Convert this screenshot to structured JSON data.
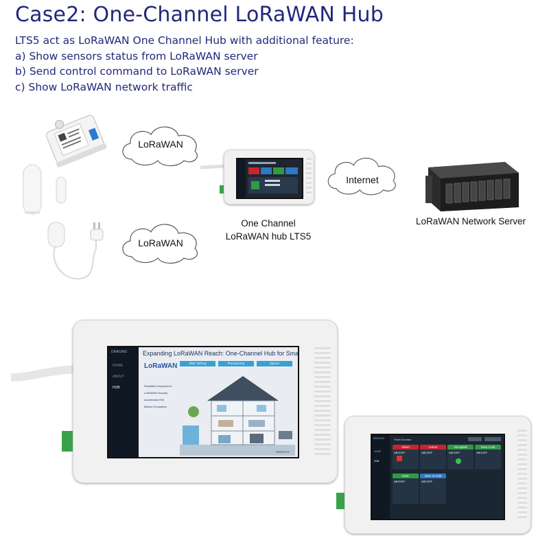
{
  "title": "Case2: One-Channel LoRaWAN Hub",
  "intro": {
    "lead": "LTS5 act as LoRaWAN One Channel Hub with additional feature:",
    "items": [
      "a) Show sensors status from LoRaWAN server",
      "b) Send control command to LoRaWAN server",
      "c) Show LoRaWAN network traffic"
    ]
  },
  "diagram": {
    "cloud_top_label": "LoRaWAN",
    "cloud_bottom_label": "LoRaWAN",
    "cloud_internet_label": "Internet",
    "hub_caption_line1": "One Channel",
    "hub_caption_line2": "LoRaWAN hub LTS5",
    "server_caption": "LoRaWAN Network Server"
  },
  "big_screen": {
    "heading": "Expanding LoRaWAN Reach: One-Channel Hub for Smart Home",
    "brand": "DRAGINO",
    "logo": "LoRaWAN",
    "nav": [
      "HOME",
      "ABOUT",
      "HUB"
    ],
    "bullets": [
      "Simplified Deployment",
      "LoRaWAN Security",
      "Accelerated ROI",
      "Mature Ecosystem"
    ],
    "tabs": [
      "Abbr Setting",
      "Provisioning",
      "Uplinks"
    ],
    "footer_brand": "SEMTECH"
  },
  "small_screen": {
    "brand": "DRAGINO",
    "panel_label": "Panel Number",
    "nav": [
      "HOME",
      "HUB"
    ],
    "tile_headers": [
      "Alarm",
      "Action",
      "Occupied",
      "Door Lock",
      "Door",
      "Sync & Hold"
    ],
    "tile_id": "ABCDEF"
  },
  "colors": {
    "title": "#23277a",
    "tile_red": "#c6262e",
    "tile_green": "#2f9c45",
    "tile_blue": "#2f78c4"
  }
}
